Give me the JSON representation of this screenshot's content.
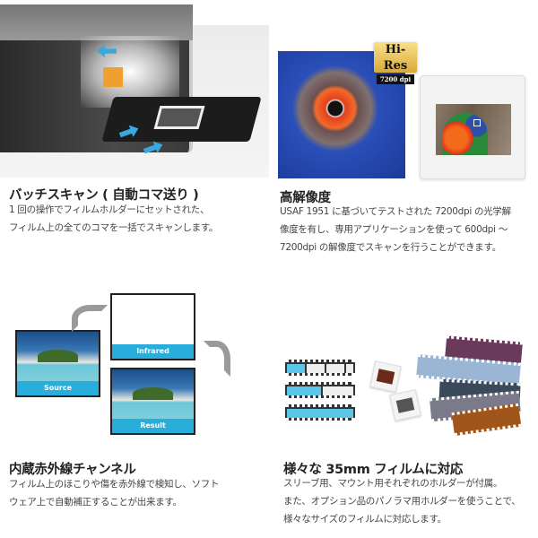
{
  "sections": [
    {
      "title": "バッチスキャン ( 自動コマ送り )",
      "lines": [
        "1 回の操作でフィルムホルダーにセットされた、",
        "フィルム上の全てのコマを一括でスキャンします。"
      ]
    },
    {
      "title": "高解像度",
      "lines": [
        "USAF 1951 に基づいてテストされた 7200dpi の光学解",
        "像度を有し、専用アプリケーションを使って 600dpi ～",
        "7200dpi の解像度でスキャンを行うことができます。"
      ]
    },
    {
      "title": "内蔵赤外線チャンネル",
      "lines": [
        "フィルム上のほこりや傷を赤外線で検知し、ソフト",
        "ウェア上で自動補正することが出来ます。"
      ]
    },
    {
      "title": "様々な 35mm フィルムに対応",
      "lines": [
        "スリーブ用、マウント用それぞれのホルダーが付属。",
        "また、オプション品のパノラマ用ホルダーを使うことで、",
        "様々なサイズのフィルムに対応します。"
      ]
    }
  ],
  "badge": {
    "line1": "Hi-Res",
    "line2": "7200 dpi"
  },
  "infrared": {
    "source": "Source",
    "infrared": "Infrared",
    "result": "Result"
  },
  "colors": {
    "accent": "#29aedc",
    "arrow": "#9a9a9a"
  }
}
